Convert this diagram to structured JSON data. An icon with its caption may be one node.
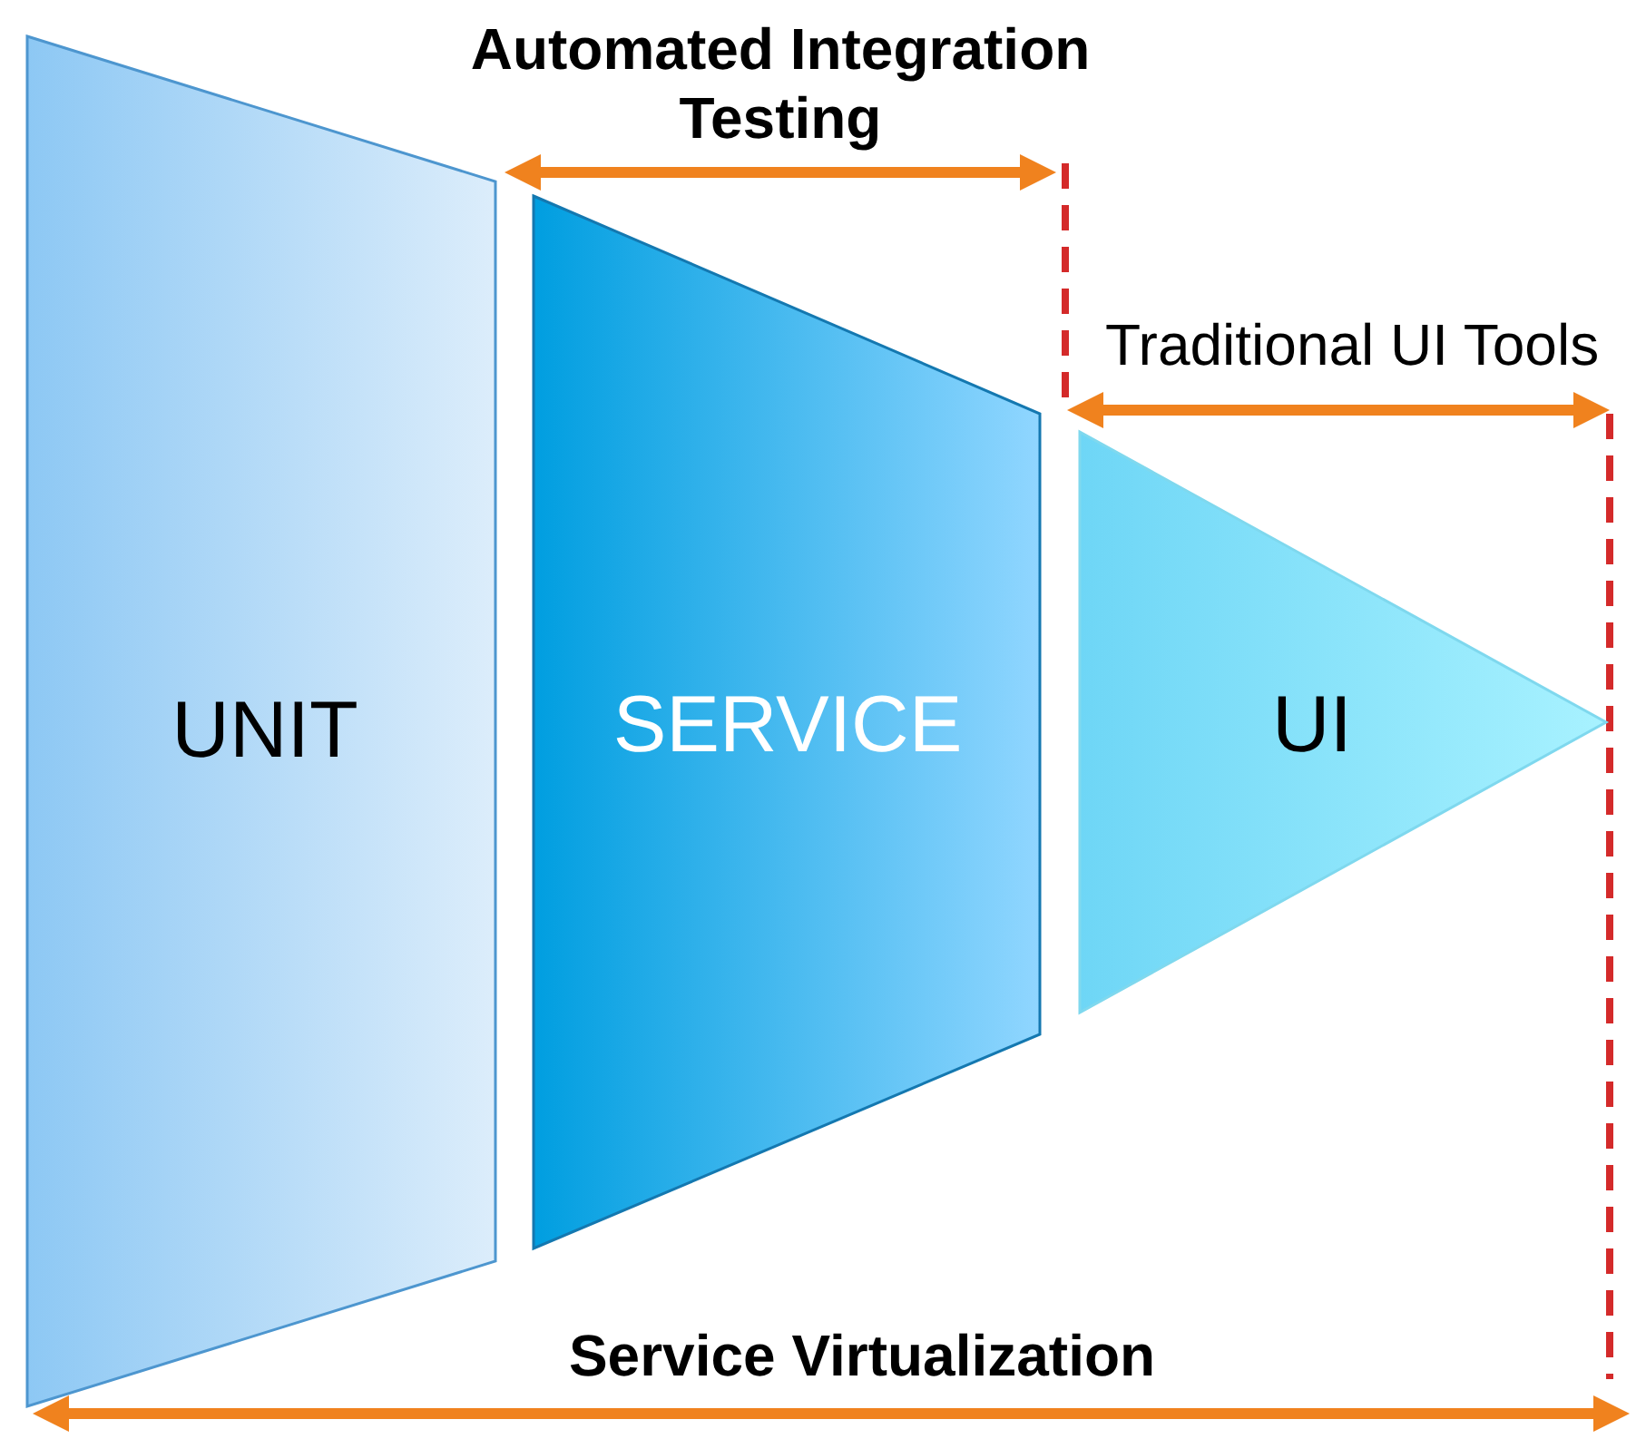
{
  "diagram": {
    "nodes": [
      {
        "text": [
          "UNIT"
        ]
      },
      {
        "text": [
          "SERVICE"
        ]
      },
      {
        "text": [
          "UI"
        ]
      }
    ],
    "labels": [
      "Automated Integration Testing",
      "Traditional UI Tools",
      "Service Virtualization"
    ]
  }
}
